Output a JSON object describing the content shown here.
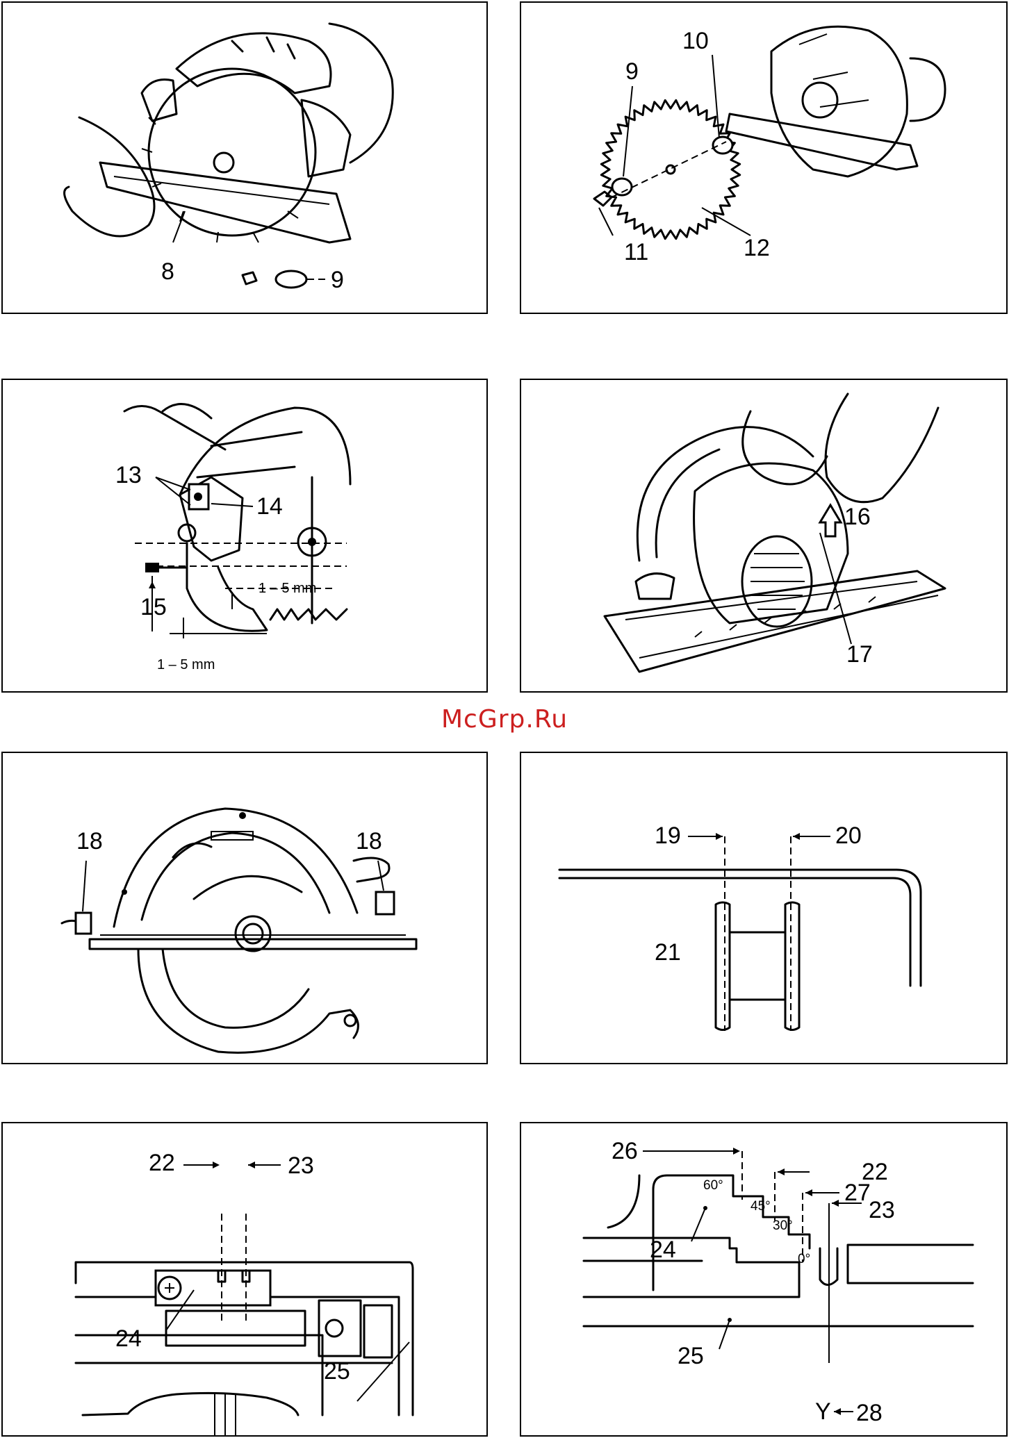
{
  "watermark": "McGrp.Ru",
  "panels": {
    "p1": {
      "labels": {
        "a": "8",
        "b": "9"
      }
    },
    "p2": {
      "labels": {
        "a": "9",
        "b": "10",
        "c": "11",
        "d": "12"
      }
    },
    "p3": {
      "labels": {
        "a": "13",
        "b": "14",
        "c": "15",
        "d": "1 – 5 mm",
        "e": "1 – 5 mm"
      }
    },
    "p4": {
      "labels": {
        "a": "16",
        "b": "17"
      }
    },
    "p5": {
      "labels": {
        "a": "18",
        "b": "18"
      }
    },
    "p6": {
      "labels": {
        "a": "19",
        "b": "20",
        "c": "21"
      }
    },
    "p7": {
      "labels": {
        "a": "22",
        "b": "23",
        "c": "24",
        "d": "25"
      }
    },
    "p8": {
      "labels": {
        "a": "26",
        "b": "22",
        "c": "27",
        "d": "23",
        "e": "24",
        "f": "25",
        "g": "Y",
        "h": "28"
      },
      "angles": [
        "60°",
        "45°",
        "30°",
        "0°"
      ]
    }
  }
}
